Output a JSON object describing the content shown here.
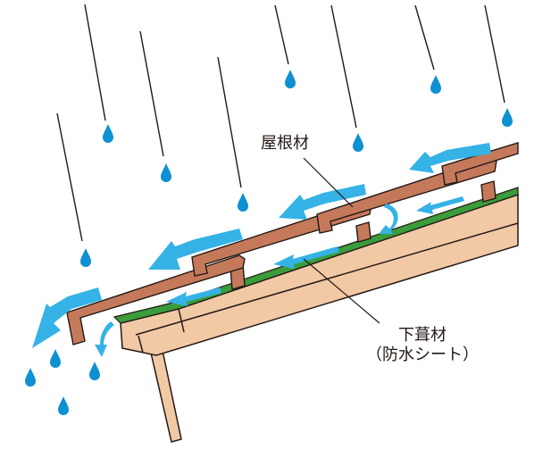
{
  "labels": {
    "roofing_material": "屋根材",
    "underlayment": "下葺材",
    "underlayment_note": "（防水シート）"
  },
  "colors": {
    "rain": "#0e90d2",
    "water_flow": "#35b2e6",
    "roof_tile": "#c47a5a",
    "underlayment_sheet": "#3b9c3b",
    "sheathing": "#f2c9a5",
    "outline": "#231815"
  },
  "icons": [
    "raindrop-icon",
    "water-flow-arrow"
  ]
}
